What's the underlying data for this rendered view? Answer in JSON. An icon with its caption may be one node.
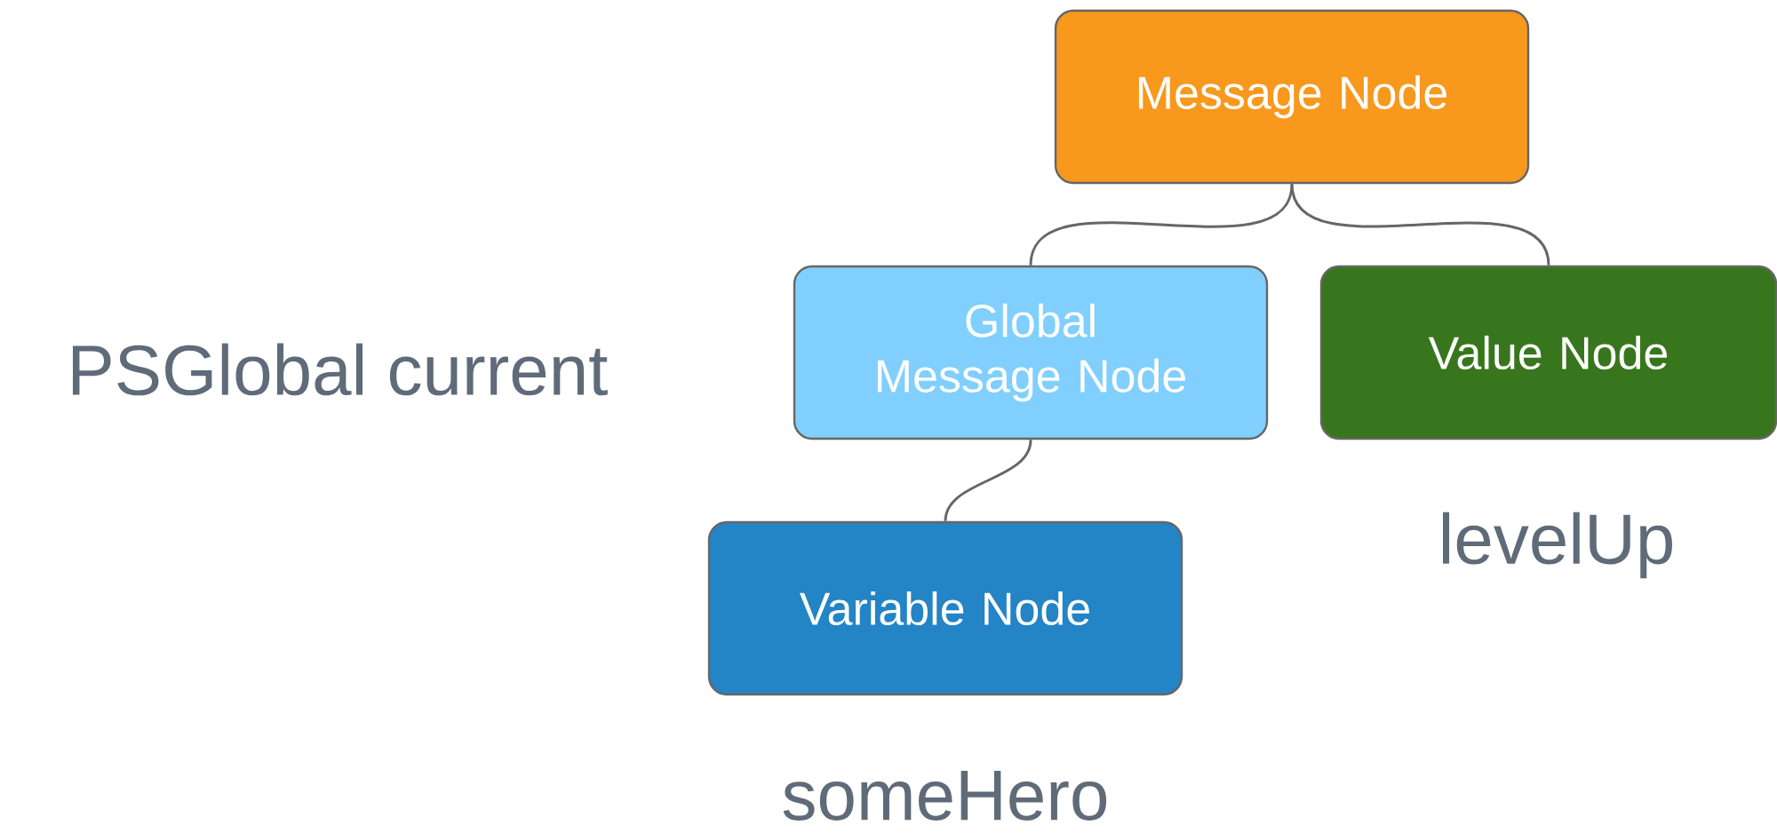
{
  "diagram": {
    "nodes": [
      {
        "text": [
          "Message Node"
        ]
      },
      {
        "text": [
          "Global Message Node"
        ],
        "beside": [
          "PSGlobal current"
        ]
      },
      {
        "text": [
          "Value Node"
        ],
        "beside": [
          "levelUp"
        ]
      },
      {
        "text": [
          "Variable Node"
        ],
        "beside": [
          "someHero"
        ]
      }
    ],
    "edges": [
      {
        "from": 0,
        "to": 1,
        "arrow": "none"
      },
      {
        "from": 0,
        "to": 2,
        "arrow": "none"
      },
      {
        "from": 1,
        "to": 3,
        "arrow": "none"
      }
    ]
  }
}
